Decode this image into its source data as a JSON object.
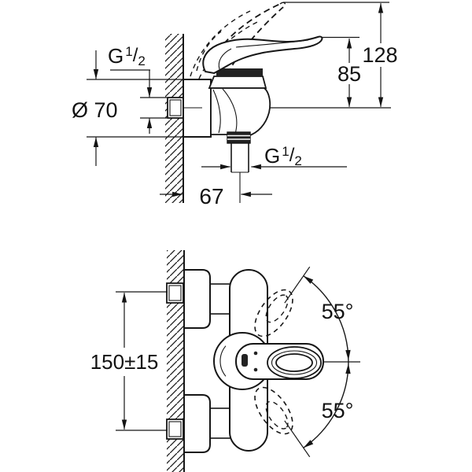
{
  "meta": {
    "background_color": "#ffffff",
    "line_color": "#161616",
    "drawing_type": "installation dimension drawing, wall-mounted single-lever shower mixer"
  },
  "views": {
    "side_view": {
      "name": "side elevation with wall section",
      "dimensions": {
        "thread_top": {
          "text": "G 1/2",
          "prefix": "G",
          "sup": "1",
          "sep": "/",
          "sub": "2"
        },
        "escutcheon_diameter": {
          "text": "Ø 70"
        },
        "wall_offset": {
          "text": "67"
        },
        "outlet_thread": {
          "text": "G 1/2",
          "prefix": "G",
          "sup": "1",
          "sep": "/",
          "sub": "2"
        },
        "lever_height": {
          "text": "85"
        },
        "lever_raised_height": {
          "text": "128"
        }
      }
    },
    "front_view": {
      "name": "front elevation",
      "dimensions": {
        "connection_centers": {
          "text": "150±15"
        },
        "swing_angle_up": {
          "text": "55°"
        },
        "swing_angle_down": {
          "text": "55°"
        }
      }
    }
  }
}
